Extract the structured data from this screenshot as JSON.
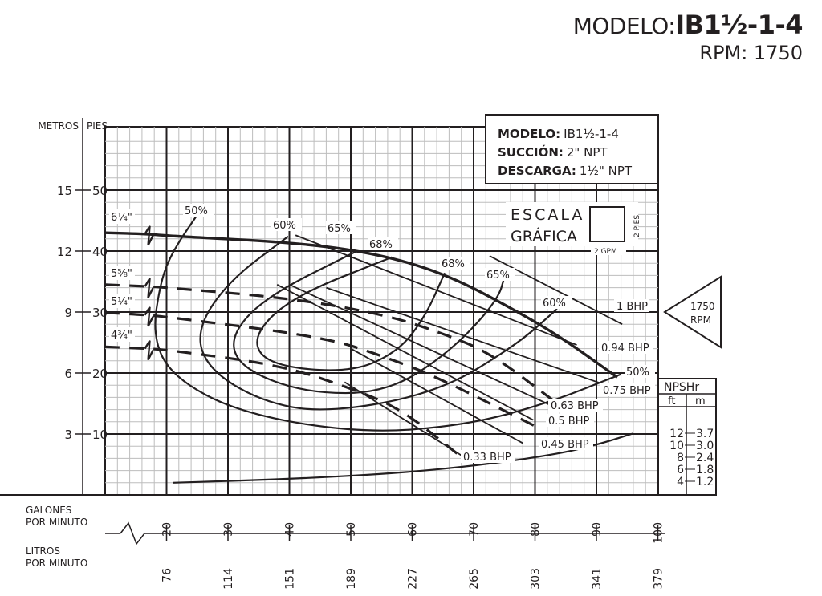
{
  "header": {
    "model_label": "MODELO:",
    "model_value": "IB1½-1-4",
    "rpm": "RPM: 1750"
  },
  "info_box": {
    "rows": [
      {
        "label": "MODELO:",
        "value": "IB1½-1-4"
      },
      {
        "label": "SUCCIÓN:",
        "value": "2\" NPT"
      },
      {
        "label": "DESCARGA:",
        "value": "1½\" NPT"
      }
    ]
  },
  "scale": {
    "line1": "ESCALA",
    "line2": "GRÁFICA",
    "vertical": "2 PIES",
    "horizontal": "2 GPM"
  },
  "rpm_marker": {
    "value": "1750",
    "unit": "RPM"
  },
  "npsh": {
    "title": "NPSHr",
    "col_ft": "ft",
    "col_m": "m",
    "rows": [
      {
        "ft": "12",
        "m": "3.7"
      },
      {
        "ft": "10",
        "m": "3.0"
      },
      {
        "ft": "8",
        "m": "2.4"
      },
      {
        "ft": "6",
        "m": "1.8"
      },
      {
        "ft": "4",
        "m": "1.2"
      }
    ]
  },
  "chart_data": {
    "type": "line",
    "title": "MODELO: IB1½-1-4 RPM: 1750",
    "ylabel_left": "METROS",
    "ylabel_right": "PIES",
    "xlabel_gpm": "GALONES POR MINUTO",
    "xlabel_lpm": "LITROS POR MINUTO",
    "xlim": [
      10,
      100
    ],
    "ylim": [
      0,
      60
    ],
    "grid": true,
    "y_ticks": [
      {
        "m": "3",
        "ft": "10",
        "v": 10
      },
      {
        "m": "6",
        "ft": "20",
        "v": 20
      },
      {
        "m": "9",
        "ft": "30",
        "v": 30
      },
      {
        "m": "12",
        "ft": "40",
        "v": 40
      },
      {
        "m": "15",
        "ft": "50",
        "v": 50
      }
    ],
    "x_ticks": [
      {
        "gpm": "20",
        "lpm": "76",
        "v": 20
      },
      {
        "gpm": "30",
        "lpm": "114",
        "v": 30
      },
      {
        "gpm": "40",
        "lpm": "151",
        "v": 40
      },
      {
        "gpm": "50",
        "lpm": "189",
        "v": 50
      },
      {
        "gpm": "60",
        "lpm": "227",
        "v": 60
      },
      {
        "gpm": "70",
        "lpm": "265",
        "v": 70
      },
      {
        "gpm": "80",
        "lpm": "303",
        "v": 80
      },
      {
        "gpm": "90",
        "lpm": "341",
        "v": 90
      },
      {
        "gpm": "100",
        "lpm": "379",
        "v": 100
      }
    ],
    "impellers": [
      {
        "name": "6¼\"",
        "style": "solid",
        "points": [
          [
            10,
            43
          ],
          [
            17,
            42.8
          ],
          [
            20,
            42.5
          ],
          [
            42.5,
            41.3
          ],
          [
            55.5,
            39.3
          ],
          [
            66,
            36
          ],
          [
            76.4,
            30.5
          ],
          [
            84.2,
            25.9
          ],
          [
            93.4,
            19.3
          ]
        ]
      },
      {
        "name": "5⅝\"",
        "style": "dashed",
        "points": [
          [
            10,
            34.5
          ],
          [
            17,
            34.2
          ],
          [
            20,
            34
          ],
          [
            40,
            32.3
          ],
          [
            55.5,
            29.6
          ],
          [
            65,
            26.5
          ],
          [
            72.7,
            23.3
          ],
          [
            83.1,
            15.4
          ]
        ]
      },
      {
        "name": "5¼\"",
        "style": "dashed",
        "points": [
          [
            10,
            29.9
          ],
          [
            17,
            29.5
          ],
          [
            20,
            29.2
          ],
          [
            45.8,
            25.9
          ],
          [
            56,
            22.5
          ],
          [
            64.1,
            19.3
          ],
          [
            79.8,
            11.4
          ]
        ]
      },
      {
        "name": "4¾\"",
        "style": "dashed",
        "points": [
          [
            10,
            24.3
          ],
          [
            17,
            24
          ],
          [
            20,
            23.8
          ],
          [
            38.6,
            21.3
          ],
          [
            50,
            17.5
          ],
          [
            58.2,
            14.1
          ],
          [
            67.3,
            6.8
          ]
        ]
      }
    ],
    "efficiency": [
      {
        "name": "50%",
        "points": [
          [
            25.5,
            46.7
          ],
          [
            21,
            40
          ],
          [
            19,
            35
          ],
          [
            17.7,
            25.9
          ],
          [
            21,
            19.3
          ],
          [
            32,
            13.4
          ],
          [
            51.6,
            10.1
          ],
          [
            68.6,
            11.4
          ],
          [
            82,
            15
          ],
          [
            94,
            19.8
          ]
        ]
      },
      {
        "name": "60%",
        "points": [
          [
            39.8,
            42.4
          ],
          [
            30,
            35
          ],
          [
            24.8,
            27
          ],
          [
            26.7,
            20.7
          ],
          [
            35.2,
            15.4
          ],
          [
            45.8,
            13.4
          ],
          [
            64,
            16.7
          ],
          [
            77,
            24.6
          ],
          [
            83.6,
            30.5
          ]
        ]
      },
      {
        "name": "65%",
        "points": [
          [
            51,
            40
          ],
          [
            36.1,
            32.5
          ],
          [
            30.2,
            25.9
          ],
          [
            32.2,
            20.7
          ],
          [
            42.6,
            16.7
          ],
          [
            55.7,
            16.7
          ],
          [
            66,
            23.3
          ],
          [
            73.9,
            31.8
          ],
          [
            75.2,
            36.4
          ]
        ]
      },
      {
        "name": "68%",
        "points": [
          [
            56.7,
            39
          ],
          [
            40.4,
            32.5
          ],
          [
            33.8,
            25.9
          ],
          [
            36.5,
            21.3
          ],
          [
            49.6,
            20
          ],
          [
            57.5,
            23.3
          ],
          [
            62,
            29
          ],
          [
            65.3,
            36.4
          ]
        ]
      }
    ],
    "power": [
      {
        "name": "1 BHP",
        "points": [
          [
            72.6,
            39.2
          ],
          [
            94.2,
            28
          ]
        ]
      },
      {
        "name": "0.94 BHP",
        "points": [
          [
            41,
            42.6
          ],
          [
            86.8,
            24.6
          ]
        ]
      },
      {
        "name": "0.75 BHP",
        "points": [
          [
            46,
            34
          ],
          [
            93,
            17.5
          ]
        ]
      },
      {
        "name": "0.63 BHP",
        "points": [
          [
            40,
            34.5
          ],
          [
            83,
            14.5
          ]
        ]
      },
      {
        "name": "0.5 BHP",
        "points": [
          [
            38,
            34.5
          ],
          [
            79.7,
            12.3
          ]
        ]
      },
      {
        "name": "0.45 BHP",
        "points": [
          [
            50,
            24
          ],
          [
            78,
            8.5
          ]
        ]
      },
      {
        "name": "0.33 BHP",
        "points": [
          [
            49,
            18.5
          ],
          [
            68,
            6.5
          ]
        ]
      }
    ],
    "npshr": {
      "name": "NPSHr",
      "points": [
        [
          21,
          2
        ],
        [
          40,
          2.6
        ],
        [
          58.2,
          3.6
        ],
        [
          72,
          5
        ],
        [
          84.3,
          6.8
        ],
        [
          91,
          8.5
        ],
        [
          96,
          10.1
        ]
      ]
    }
  }
}
